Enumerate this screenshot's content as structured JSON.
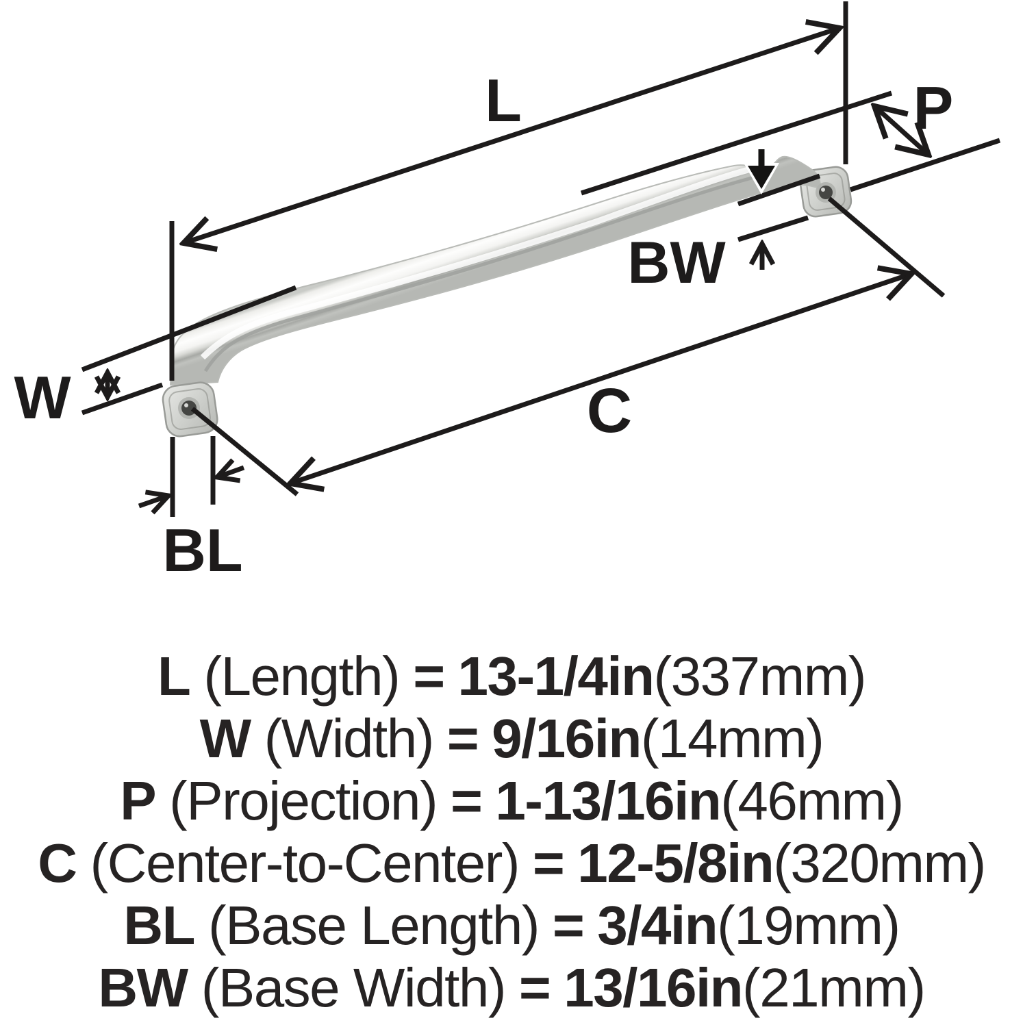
{
  "diagram": {
    "labels": {
      "length": "L",
      "projection": "P",
      "base_width": "BW",
      "width": "W",
      "center_to_center": "C",
      "base_length": "BL"
    }
  },
  "specs_meta": {
    "equals": "="
  },
  "specs": [
    {
      "abbr": "L",
      "name": "(Length)",
      "value": "13-1/4in",
      "metric": "(337mm)"
    },
    {
      "abbr": "W",
      "name": "(Width)",
      "value": "9/16in",
      "metric": "(14mm)"
    },
    {
      "abbr": "P",
      "name": "(Projection)",
      "value": "1-13/16in",
      "metric": "(46mm)"
    },
    {
      "abbr": "C",
      "name": "(Center-to-Center)",
      "value": "12-5/8in",
      "metric": "(320mm)"
    },
    {
      "abbr": "BL",
      "name": "(Base Length)",
      "value": "3/4in",
      "metric": "(19mm)"
    },
    {
      "abbr": "BW",
      "name": "(Base Width)",
      "value": "13/16in",
      "metric": "(21mm)"
    }
  ],
  "colors": {
    "line": "#1d1b1b",
    "text": "#262323",
    "metal_highlight": "#ffffff",
    "metal_light": "#f2f2ef",
    "metal_mid": "#c9cbc7",
    "metal_dark": "#a7a9a5",
    "cap_light": "#e8e9e6",
    "cap_dark": "#b5b7b3",
    "screw_hole": "#454643"
  }
}
